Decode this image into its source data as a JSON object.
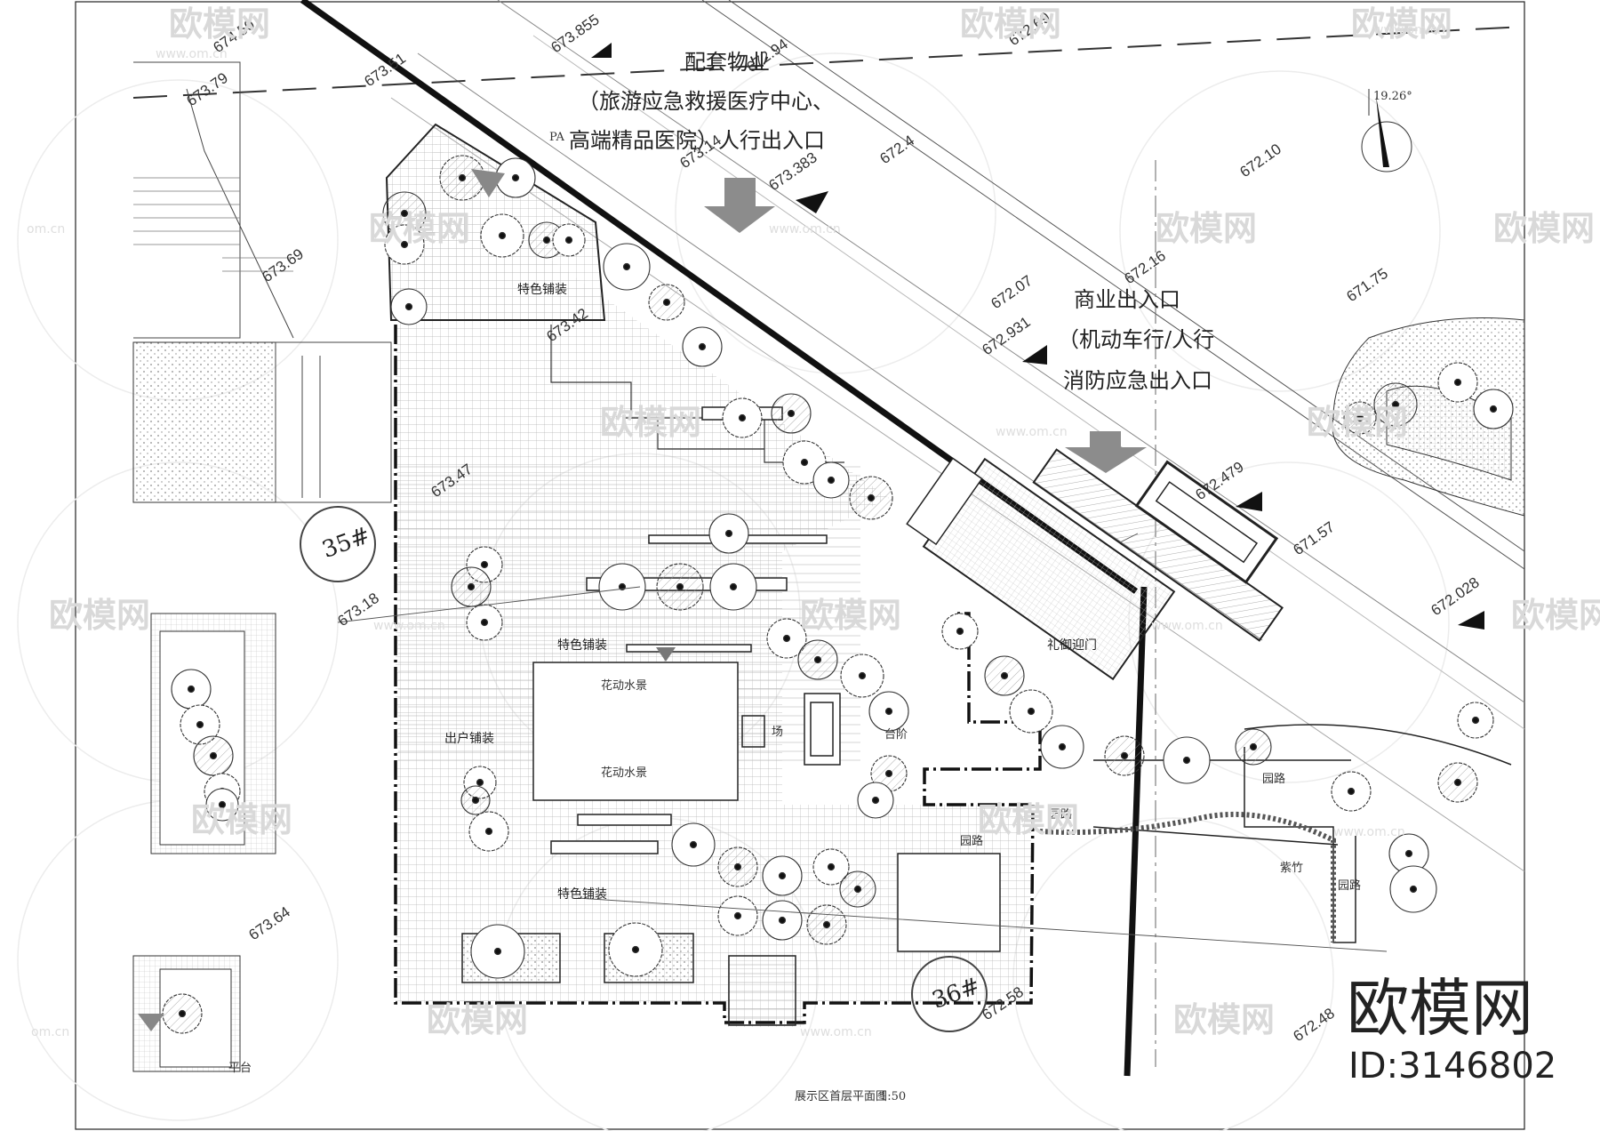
{
  "labels": {
    "property_entrance": [
      "配套物业",
      "（旅游应急救援医疗中心、",
      "高端精品医院）人行出入口"
    ],
    "commercial_entrance": [
      "商业出入口",
      "（机动车行/人行",
      "消防应急出入口"
    ],
    "paving_1": "特色铺装",
    "paving_2": "特色铺装",
    "paving_3": "特色铺装",
    "household_paving": "出户铺装",
    "water_1": "花动水景",
    "water_2": "花动水景",
    "plaza": "场",
    "welcome_gate": "礼御迎门",
    "garden_path_1": "园路",
    "garden_path_2": "园路",
    "garden_path_3": "园路",
    "garden_path_4": "园路",
    "steps": "台阶",
    "bamboo": "紫竹",
    "platform": "平台",
    "pa": "PA",
    "building_35": "35#",
    "building_36": "36#",
    "title": "展示区首层平面图",
    "scale": "1:50"
  },
  "elevations": [
    "674.50",
    "673.79",
    "673.51",
    "673.855",
    "672.94",
    "672.69",
    "673.14",
    "673.383",
    "672.4",
    "672.10",
    "673.69",
    "673.42",
    "672.07",
    "672.931",
    "672.16",
    "671.75",
    "673.47",
    "672.479",
    "671.57",
    "672.028",
    "673.18",
    "673.64",
    "672.58",
    "672.48"
  ],
  "watermark": {
    "brand": "欧模网",
    "url": "www.om.cn",
    "url_short": "om.cn",
    "id_text": "ID:3146802"
  },
  "north": {
    "angle_label": "19.26°"
  },
  "colors": {
    "line": "#1a1a1a",
    "hatch": "#9a9a9a",
    "arrow": "#8c8c8c",
    "watermark": "#d9d9d9"
  }
}
